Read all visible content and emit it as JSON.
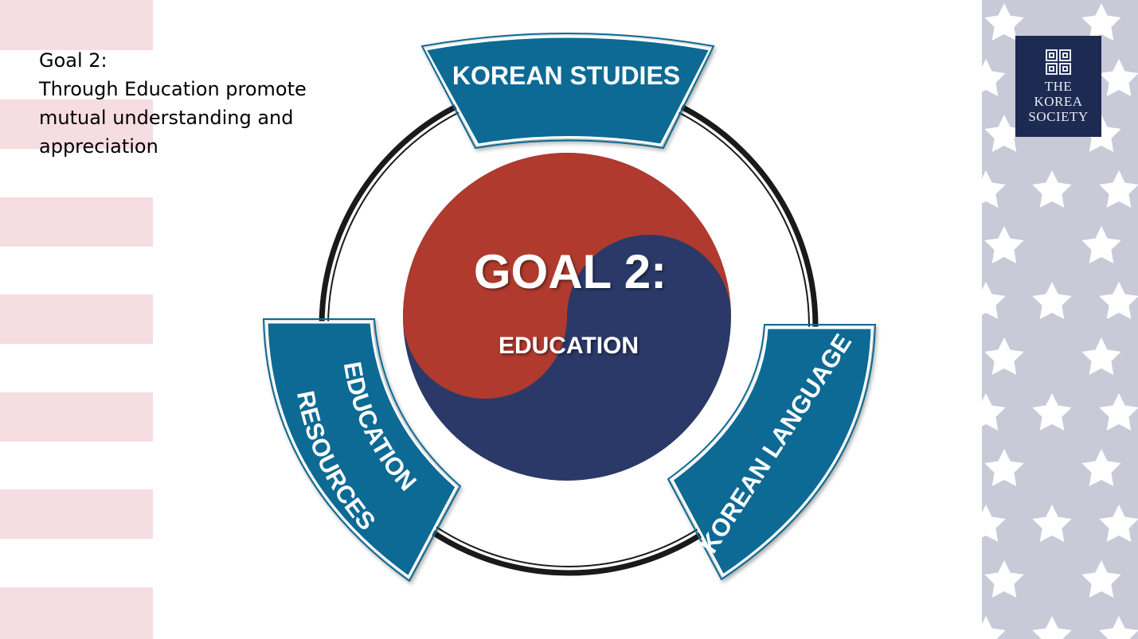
{
  "intro": {
    "heading": "Goal 2:",
    "lines": [
      "Through Education promote",
      "mutual understanding and",
      "appreciation"
    ]
  },
  "center": {
    "title": "GOAL 2:",
    "subtitle": "EDUCATION"
  },
  "segments": {
    "top": "KOREAN STUDIES",
    "right": "KOREAN LANGUAGE",
    "left_line1": "EDUCATION",
    "left_line2": "RESOURCES"
  },
  "logo": {
    "line1": "THE",
    "line2": "KOREA",
    "line3": "SOCIETY"
  },
  "colors": {
    "red": "#b03a2e",
    "blue": "#2a3968",
    "teal": "#0f6b94",
    "stripe": "#f5dde2",
    "panel": "#c8cad8",
    "logo_bg": "#1d2a52"
  }
}
